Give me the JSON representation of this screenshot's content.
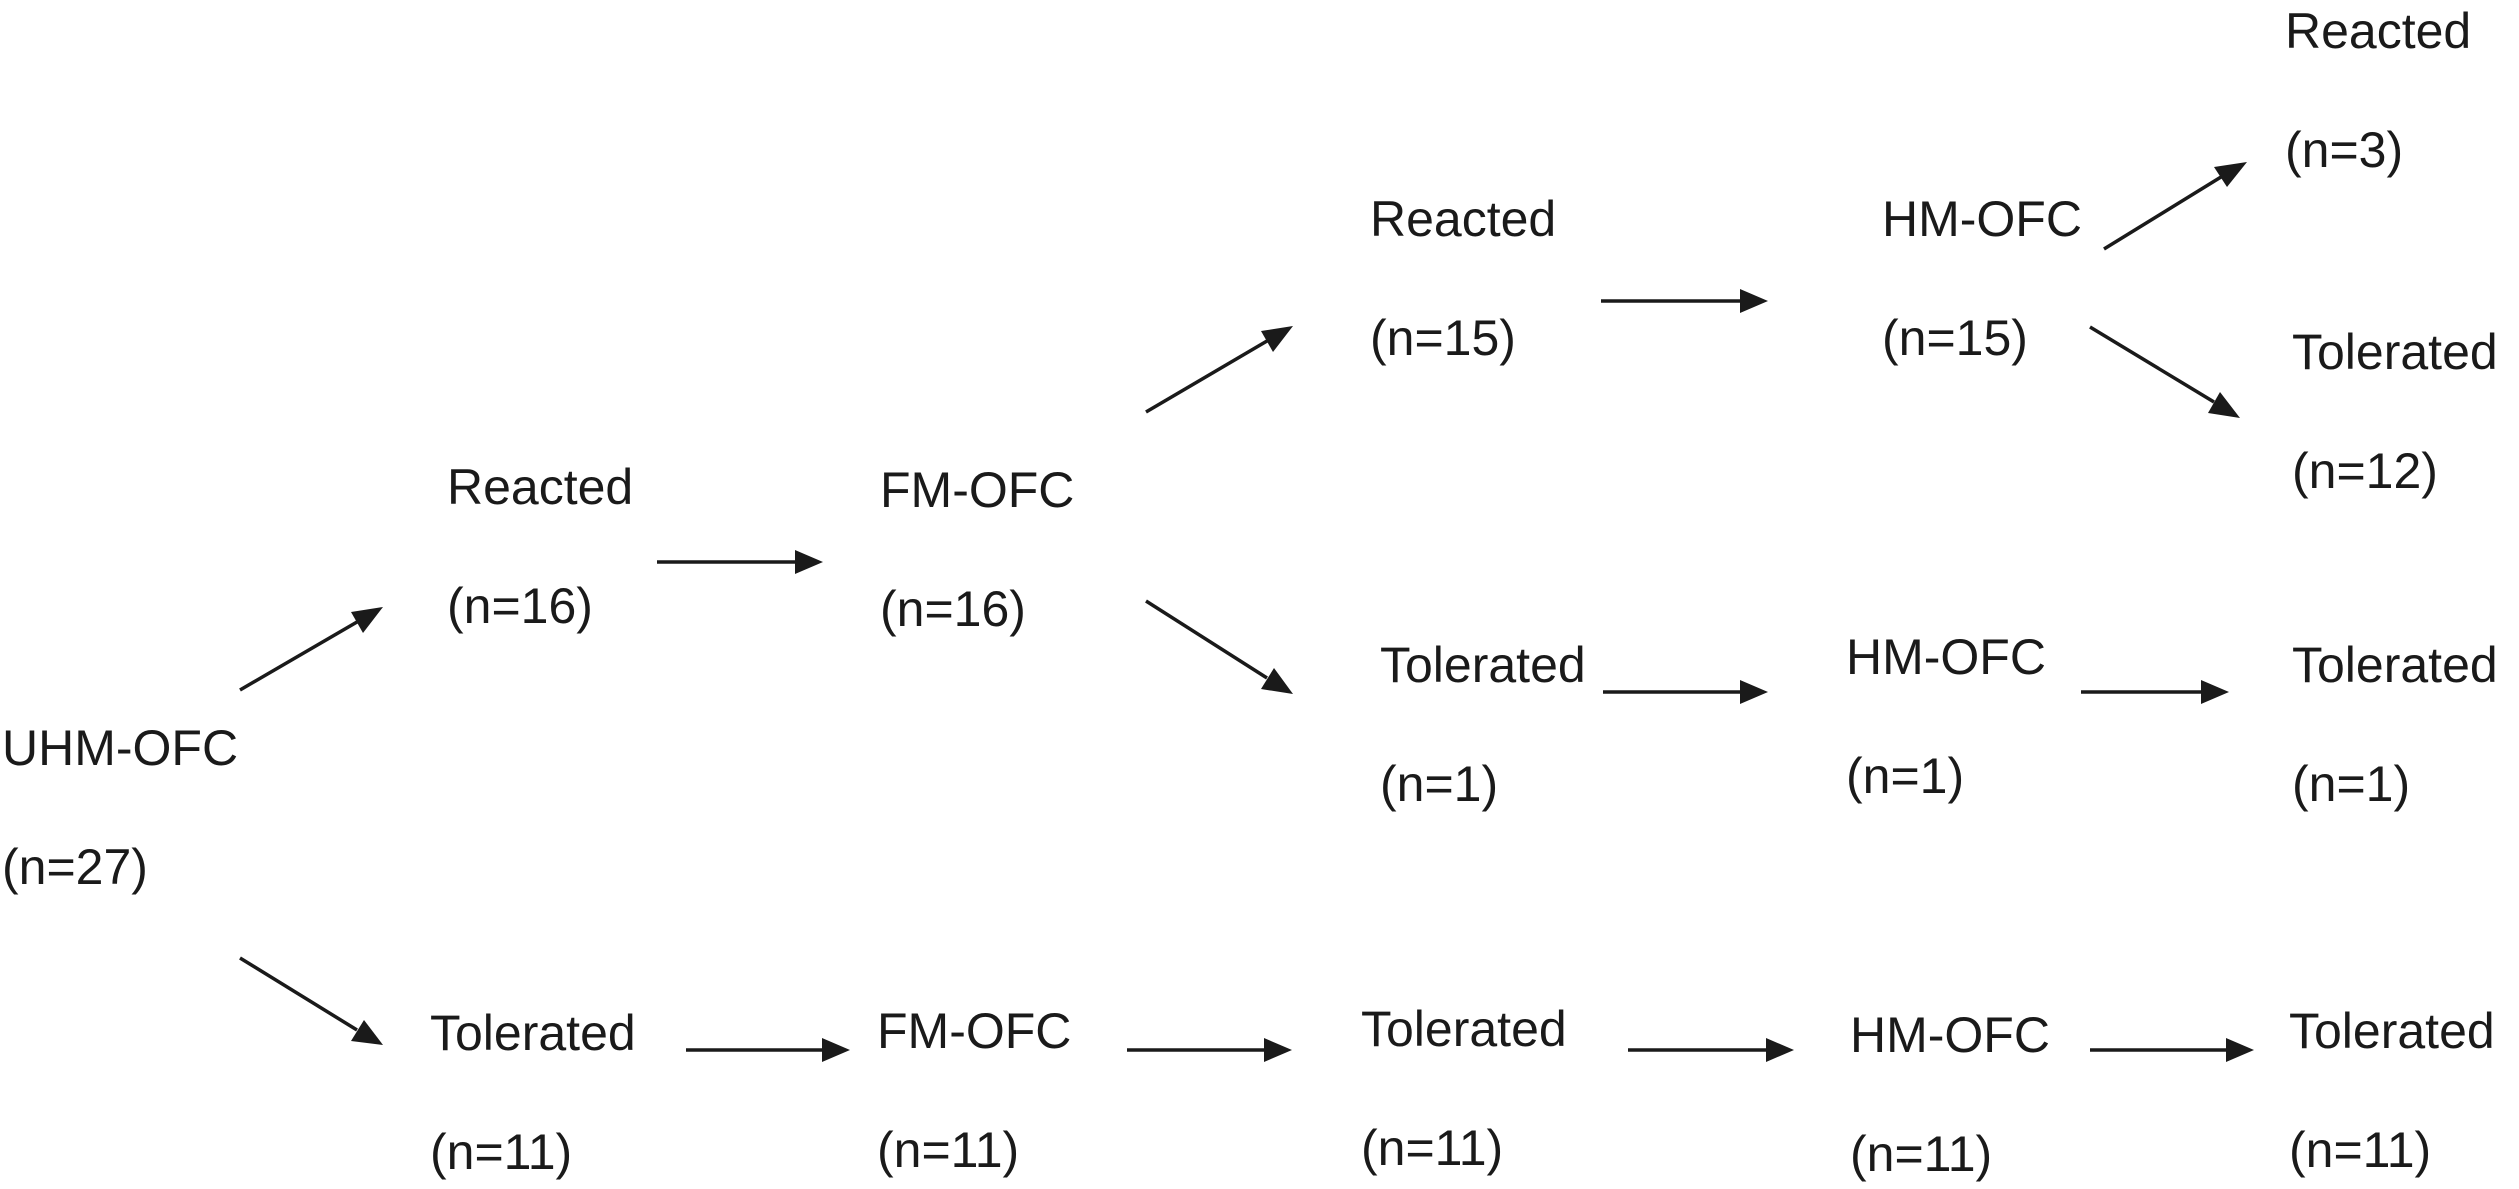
{
  "nodes": {
    "uhm_ofc": {
      "label": "UHM-OFC",
      "count": "(n=27)"
    },
    "reacted_16": {
      "label": "Reacted",
      "count": "(n=16)"
    },
    "fm_ofc_16": {
      "label": "FM-OFC",
      "count": "(n=16)"
    },
    "reacted_15": {
      "label": "Reacted",
      "count": "(n=15)"
    },
    "hm_ofc_15": {
      "label": "HM-OFC",
      "count": "(n=15)"
    },
    "reacted_3": {
      "label": "Reacted",
      "count": "(n=3)"
    },
    "tolerated_12": {
      "label": "Tolerated",
      "count": "(n=12)"
    },
    "tolerated_1a": {
      "label": "Tolerated",
      "count": "(n=1)"
    },
    "hm_ofc_1": {
      "label": "HM-OFC",
      "count": "(n=1)"
    },
    "tolerated_1b": {
      "label": "Tolerated",
      "count": "(n=1)"
    },
    "tolerated_11a": {
      "label": "Tolerated",
      "count": "(n=11)"
    },
    "fm_ofc_11": {
      "label": "FM-OFC",
      "count": "(n=11)"
    },
    "tolerated_11b": {
      "label": "Tolerated",
      "count": "(n=11)"
    },
    "hm_ofc_11": {
      "label": "HM-OFC",
      "count": "(n=11)"
    },
    "tolerated_11c": {
      "label": "Tolerated",
      "count": "(n=11)"
    }
  },
  "edges": [
    [
      "uhm_ofc",
      "reacted_16"
    ],
    [
      "uhm_ofc",
      "tolerated_11a"
    ],
    [
      "reacted_16",
      "fm_ofc_16"
    ],
    [
      "fm_ofc_16",
      "reacted_15"
    ],
    [
      "fm_ofc_16",
      "tolerated_1a"
    ],
    [
      "reacted_15",
      "hm_ofc_15"
    ],
    [
      "hm_ofc_15",
      "reacted_3"
    ],
    [
      "hm_ofc_15",
      "tolerated_12"
    ],
    [
      "tolerated_1a",
      "hm_ofc_1"
    ],
    [
      "hm_ofc_1",
      "tolerated_1b"
    ],
    [
      "tolerated_11a",
      "fm_ofc_11"
    ],
    [
      "fm_ofc_11",
      "tolerated_11b"
    ],
    [
      "tolerated_11b",
      "hm_ofc_11"
    ],
    [
      "hm_ofc_11",
      "tolerated_11c"
    ]
  ]
}
